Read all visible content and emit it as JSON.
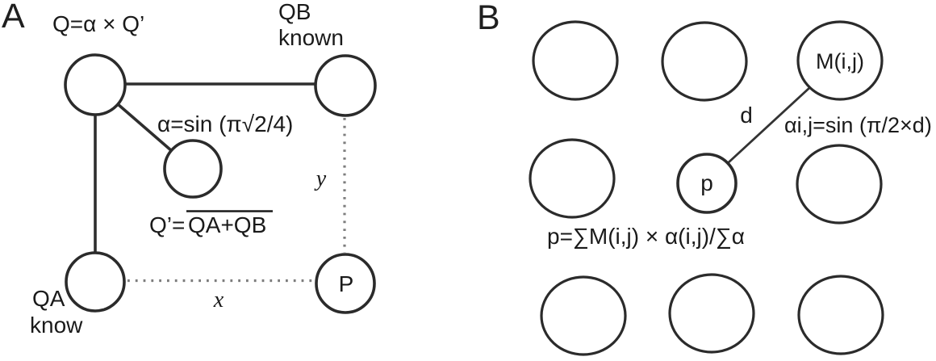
{
  "figure": {
    "colors": {
      "outline": "#2b2b2b",
      "node_q_fill": "#a0a0a0",
      "node_alpha_fill": "#d2d2d2",
      "node_p_fill": "#d4d4d4",
      "node_p_small_fill": "#a8a8a8",
      "dotted_line": "#7d7d7d",
      "text": "#1a1a1a"
    },
    "panel_a": {
      "panel_label": "A",
      "q_formula": "Q=α × Q’",
      "qb_label": {
        "line1": "QB",
        "line2": "known"
      },
      "qa_label": {
        "line1": "QA",
        "line2": "know"
      },
      "alpha_formula": "α=sin (π√2/4)",
      "q_prime_prefix": "Q’=",
      "q_prime_overlined": "QA+QB",
      "p_node_label": "P",
      "x_label": "x",
      "y_label": "y"
    },
    "panel_b": {
      "panel_label": "B",
      "m_node_label": "M(i,j)",
      "d_label": "d",
      "alpha_ij_formula": "αi,j=sin (π/2×d)",
      "p_node_label": "p",
      "p_formula": "p=∑M(i,j) × α(i,j)/∑α"
    }
  }
}
